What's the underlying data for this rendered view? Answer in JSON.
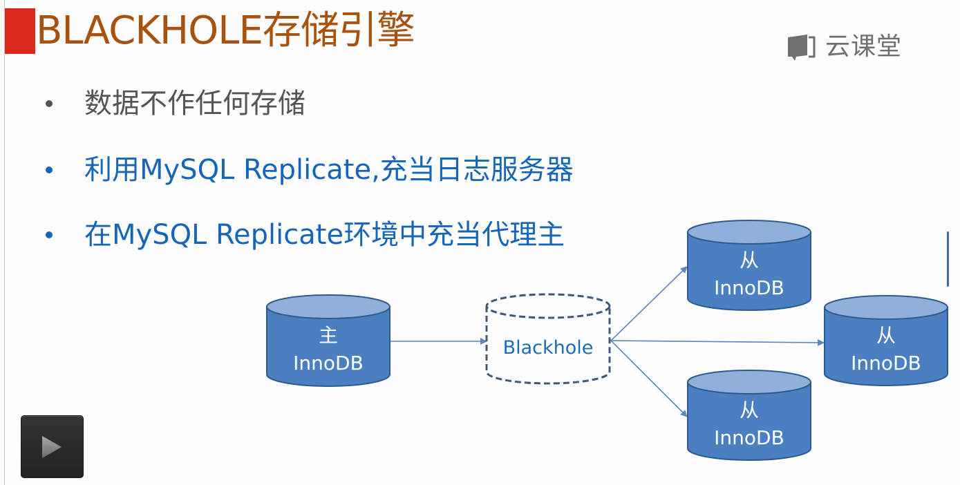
{
  "slide": {
    "title": "BLACKHOLE存储引擎",
    "accent_color": "#d9291b",
    "title_color": "#a8520f"
  },
  "logo": {
    "icon": "book-chat-icon",
    "text": "云课堂"
  },
  "bullets": [
    {
      "text": "数据不作任何存储",
      "color": "#555555"
    },
    {
      "text": "利用MySQL Replicate,充当日志服务器",
      "color": "#1565b8"
    },
    {
      "text": "在MySQL Replicate环境中充当代理主",
      "color": "#1565b8"
    }
  ],
  "diagram": {
    "master": {
      "role": "主",
      "engine": "InnoDB"
    },
    "proxy": {
      "engine": "Blackhole"
    },
    "slaves": [
      {
        "role": "从",
        "engine": "InnoDB"
      },
      {
        "role": "从",
        "engine": "InnoDB"
      },
      {
        "role": "从",
        "engine": "InnoDB"
      }
    ],
    "colors": {
      "cylinder_fill": "#4a7fc1",
      "cylinder_top": "#8eb0da",
      "cylinder_stroke": "#2e5b8f",
      "arrow": "#5b86c0",
      "dashed_stroke": "#3d5878"
    }
  },
  "player": {
    "play_button_icon": "play-icon"
  }
}
